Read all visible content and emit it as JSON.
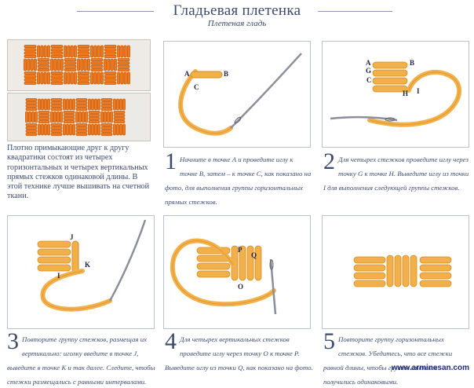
{
  "header": {
    "title": "Гладьевая плетенка",
    "subtitle": "Плетеная гладь"
  },
  "intro": {
    "text": "Плотно примыкающие друг к другу квадратики состоят из четырех горизонтальных и четырех вертикальных прямых стежков одинаковой длины. В этой технике лучше вышивать на счетной ткани."
  },
  "steps": [
    {
      "number": "1",
      "text": "Начните в точке A и проведите иглу к точке B, затем – к точке C, как показано на фото, для выполнения группы горизонтальных прямых стежков.",
      "labels": [
        "A",
        "B",
        "C"
      ]
    },
    {
      "number": "2",
      "text": "Для четырех стежков проведите иглу через точку G к точке H. Выведите иглу из точки I для выполнения следующей группы стежков.",
      "labels": [
        "A",
        "B",
        "G",
        "C",
        "H",
        "I"
      ]
    },
    {
      "number": "3",
      "text": "Повторите группу стежков, размещая их вертикально: иголку введите в точке J, выведите в точке K и так далее. Следите, чтобы стежки размещались с равными интервалами.",
      "labels": [
        "J",
        "K",
        "I"
      ]
    },
    {
      "number": "4",
      "text": "Для четырех вертикальных стежков проведите иглу через точку O к точке P. Выведите иглу из точки Q, как показано на фото.",
      "labels": [
        "P",
        "Q",
        "O"
      ]
    },
    {
      "number": "5",
      "text": "Повторите группу горизонтальных стежков. Убедитесь, что все стежки равной длины, чтобы группы стежков получились одинаковыми.",
      "labels": []
    }
  ],
  "watermark": "www.arminesan.com",
  "colors": {
    "thread": "#f2b04a",
    "thread_dark": "#d98a1f",
    "photo_thread": "#f07a1c",
    "text": "#3a4a70"
  }
}
